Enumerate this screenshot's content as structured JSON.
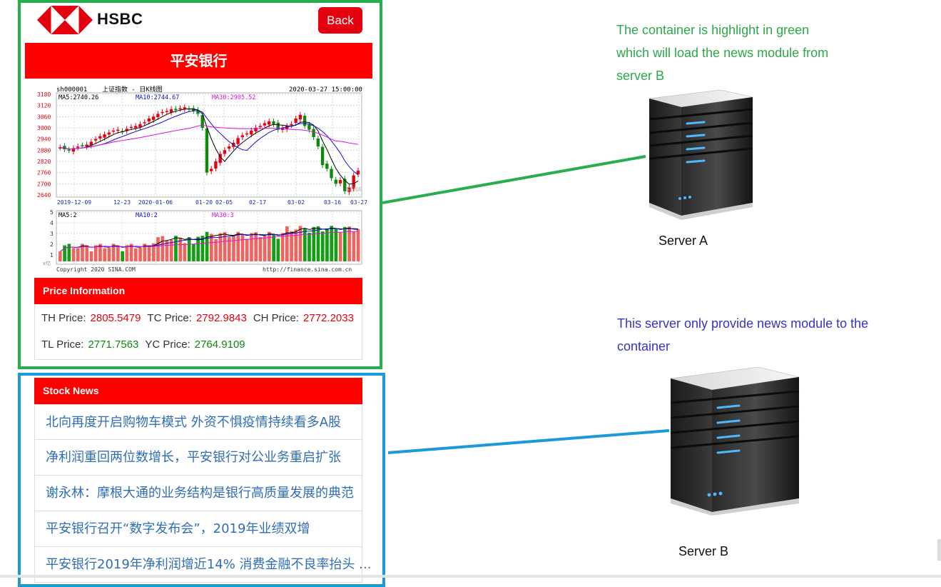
{
  "header": {
    "logo_text": "HSBC",
    "back_label": "Back"
  },
  "title": "平安银行",
  "kline": {
    "code": "sh000001",
    "name": "上证指数 - 日K线图",
    "datetime": "2020-03-27 15:00:00",
    "ma5": "MA5:2740.26",
    "ma10": "MA10:2744.67",
    "ma30": "MA30:2905.52",
    "y_ticks": [
      "3180",
      "3120",
      "3060",
      "3000",
      "2940",
      "2880",
      "2820",
      "2760",
      "2700",
      "2640"
    ],
    "x_ticks": [
      "2019-12-09",
      "12-23",
      "2020-01-06",
      "01-20",
      "02-05",
      "02-17",
      "03-02",
      "03-16",
      "03-27"
    ],
    "vol_ma5": "MA5:2",
    "vol_ma10": "MA10:2",
    "vol_ma30": "MA30:3",
    "vol_y_ticks": [
      "5",
      "4",
      "3",
      "2",
      "1"
    ],
    "vol_unit": "x亿",
    "copyright": "Copyright 2020 SINA.COM",
    "source_url": "http://finance.sina.com.cn",
    "watermark": "SINA"
  },
  "price": {
    "heading": "Price Information",
    "th_label": "TH Price:",
    "th_value": "2805.5479",
    "tc_label": "TC Price:",
    "tc_value": "2792.9843",
    "ch_label": "CH Price:",
    "ch_value": "2772.2033",
    "tl_label": "TL Price:",
    "tl_value": "2771.7563",
    "yc_label": "YC Price:",
    "yc_value": "2764.9109"
  },
  "news": {
    "heading": "Stock News",
    "items": [
      "北向再度开启购物车模式 外资不惧疫情持续看多A股",
      "净利润重回两位数增长，平安银行对公业务重启扩张",
      "谢永林：摩根大通的业务结构是银行高质量发展的典范",
      "平安银行召开“数字发布会”，2019年业绩双增",
      "平安银行2019年净利润增近14% 消费金融不良率抬头 ..."
    ]
  },
  "annotations": {
    "green_note_lines": [
      "The container is highlight in green",
      "which  will load the news module from",
      "server B"
    ],
    "blue_note_lines": [
      "This server only provide news module to the",
      "container"
    ],
    "server_a": "Server A",
    "server_b": "Server B"
  },
  "colors": {
    "green_box": "#27ae4f",
    "blue_box": "#1a9ad8",
    "hsbc_red": "#e4000f",
    "news_link": "#2f6eb5",
    "price_up": "#e4000f",
    "price_down": "#0b8a0b"
  }
}
